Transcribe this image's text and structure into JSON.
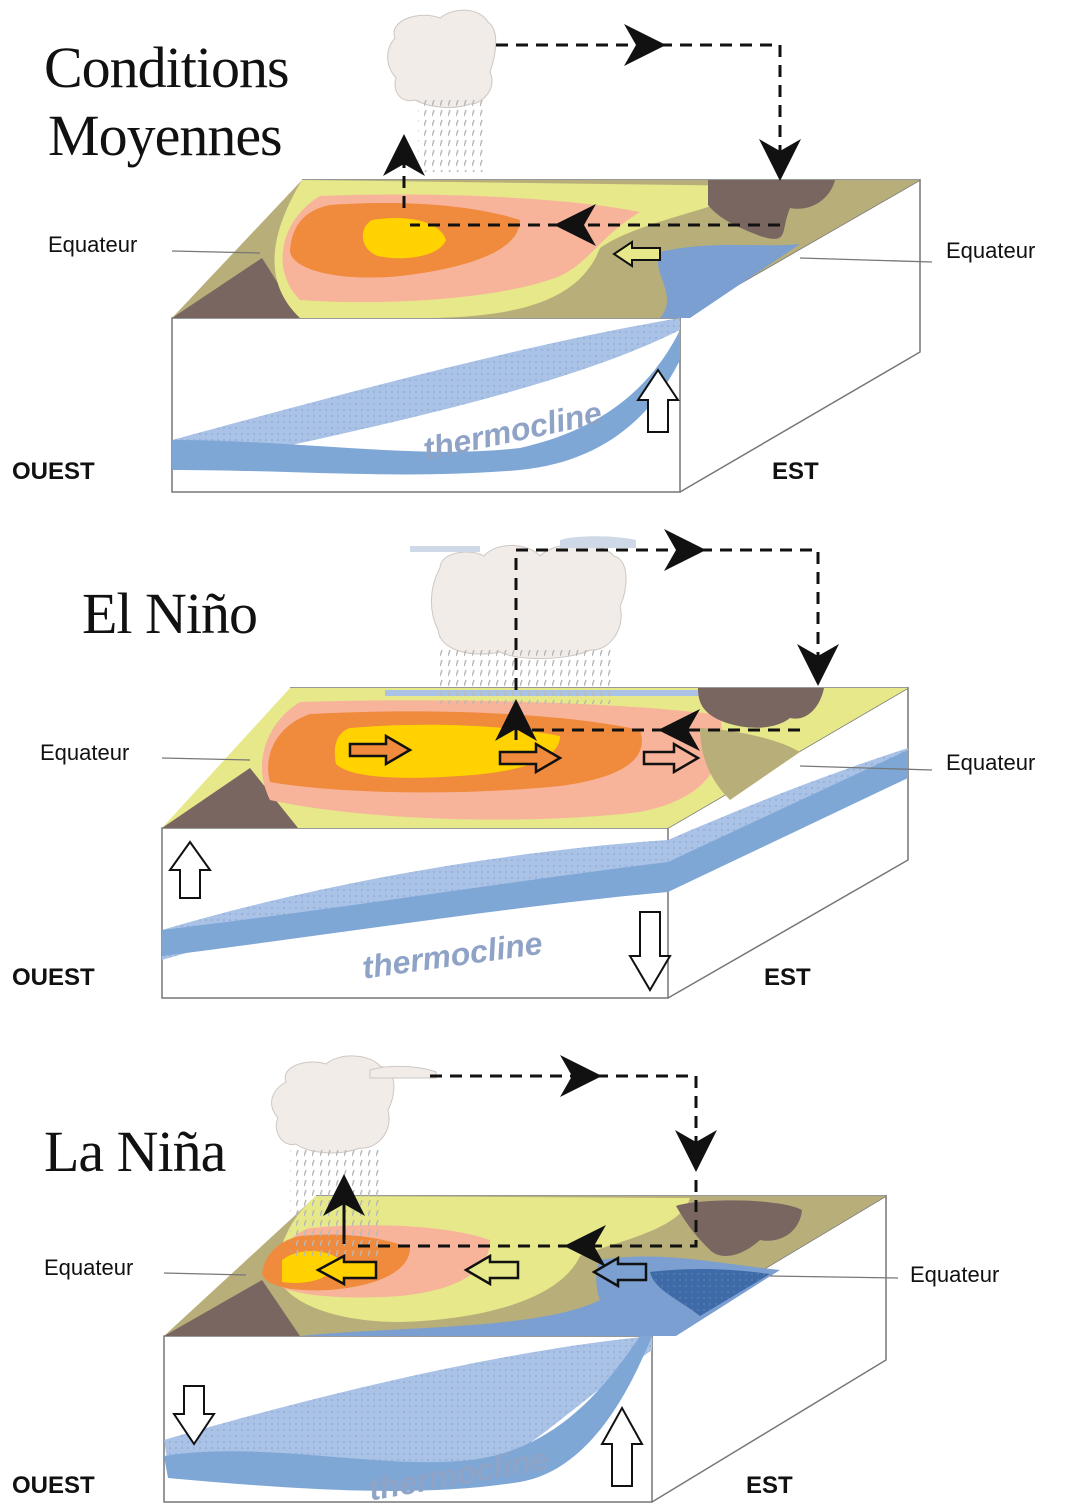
{
  "panels": [
    {
      "title_line1": "Conditions",
      "title_line2": "Moyennes",
      "equator_left": "Equateur",
      "equator_right": "Equateur",
      "west": "OUEST",
      "east": "EST",
      "thermocline": "thermocline"
    },
    {
      "title_line1": "El Niño",
      "equator_left": "Equateur",
      "equator_right": "Equateur",
      "west": "OUEST",
      "east": "EST",
      "thermocline": "thermocline"
    },
    {
      "title_line1": "La Niña",
      "equator_left": "Equateur",
      "equator_right": "Equateur",
      "west": "OUEST",
      "east": "EST",
      "thermocline": "thermocline"
    }
  ],
  "colors": {
    "land": "#7a6660",
    "warmest": "#ffd200",
    "warm": "#f08a3c",
    "mild": "#f7b49a",
    "cool": "#e6e88a",
    "cooler": "#b8ae7a",
    "cold": "#7a9fd0",
    "ocean_layer": "#a9c2e6",
    "thermocline_band": "#7ea7d6",
    "cloud": "#f1ece8",
    "box_line": "#777777"
  }
}
